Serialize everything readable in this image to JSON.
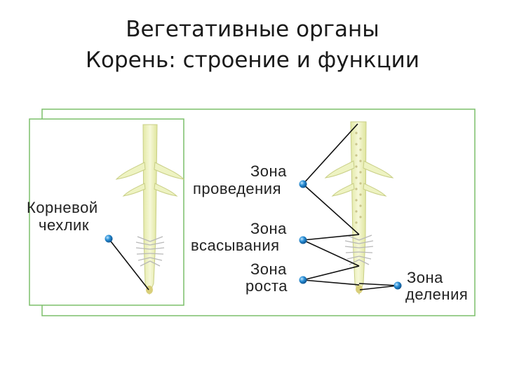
{
  "title": {
    "line1": "Вегетативные органы",
    "line2": "Корень: строение и функции"
  },
  "diagram": {
    "labels": {
      "cap_line1": "Корневой",
      "cap_line2": "чехлик",
      "conduction_line1": "Зона",
      "conduction_line2": "проведения",
      "absorption_line1": "Зона",
      "absorption_line2": "всасывания",
      "growth_line1": "Зона",
      "growth_line2": "роста",
      "division_line1": "Зона",
      "division_line2": "деления"
    },
    "colors": {
      "frame": "#7cbf6a",
      "root": "#eef3c2",
      "root_outline": "#c9cf86",
      "pointer_dot": "#2a8fd6",
      "leader_line": "#111111"
    }
  }
}
